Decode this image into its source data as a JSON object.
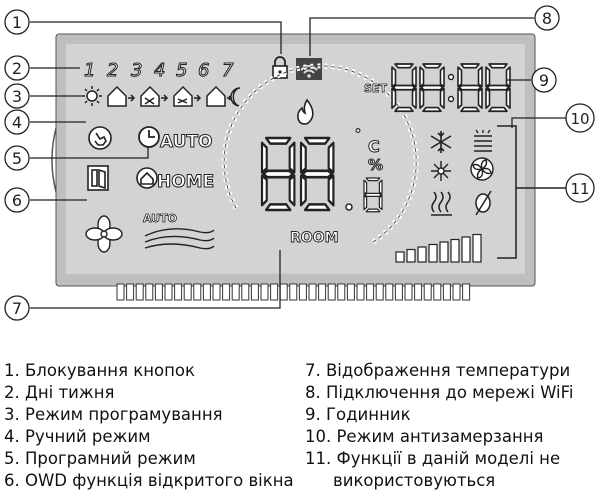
{
  "callouts": [
    "1",
    "2",
    "3",
    "4",
    "5",
    "6",
    "7",
    "8",
    "9",
    "10",
    "11"
  ],
  "day_numbers": [
    "1",
    "2",
    "3",
    "4",
    "5",
    "6",
    "7"
  ],
  "display": {
    "set_label": "SET",
    "clock_text": "88:88",
    "temp_text": "88.8",
    "degree_sign": "°",
    "unit_c": "C",
    "unit_percent": "%",
    "room_label": "ROOM",
    "auto_label": "AUTO",
    "home_label": "HOME",
    "fan_auto_label": "AUTO"
  },
  "legend": {
    "left": [
      "1. Блокування кнопок",
      "2. Дні тижня",
      "3. Режим програмування",
      "4. Ручний режим",
      "5. Програмний режим",
      "6. OWD функція відкритого вікна"
    ],
    "right": [
      "7. Відображення температури",
      "8. Підключення до мережі WiFi",
      "9. Годинник",
      "10. Режим антизамерзання",
      "11. Функції в даній моделі не",
      "використовуються"
    ]
  },
  "icons": [
    "lock-icon",
    "wifi-icon",
    "sun-icon",
    "house-away-icon",
    "house-party-icon",
    "house-work-icon",
    "house-moon-icon",
    "hand-icon",
    "clock-icon",
    "window-icon",
    "home-icon",
    "fan-icon",
    "airflow-icon",
    "flame-icon",
    "snowflake-icon",
    "heater-icon",
    "sun-small-icon",
    "fan-small-icon",
    "heat-waves-icon",
    "pen-icon",
    "signal-bars-icon"
  ]
}
